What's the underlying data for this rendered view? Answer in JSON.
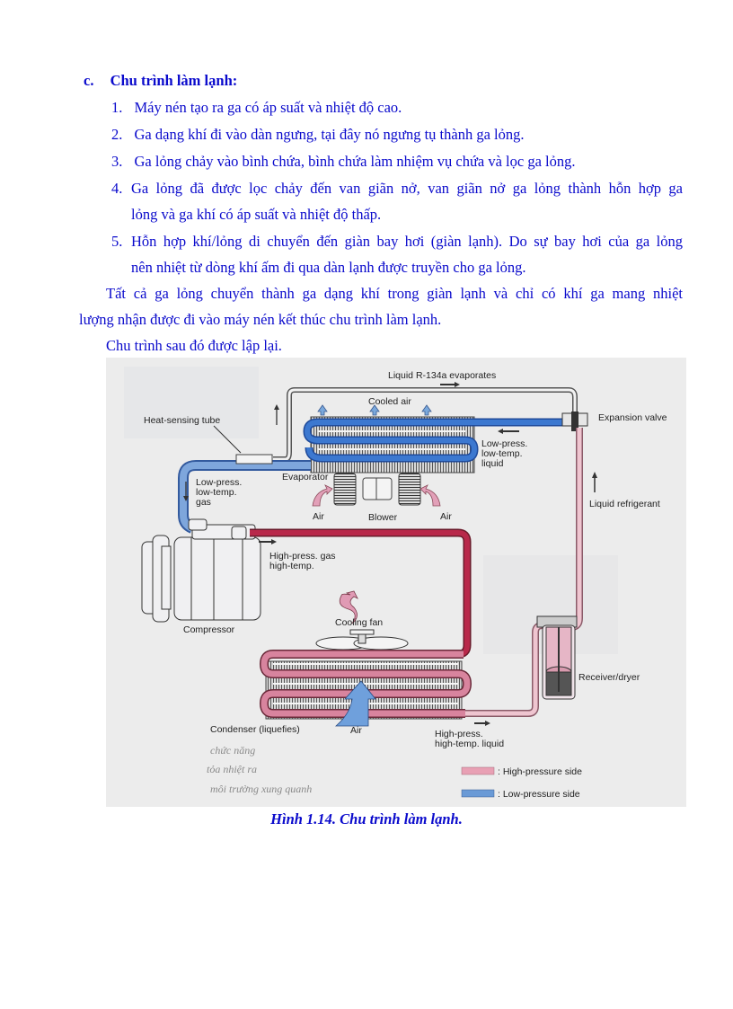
{
  "section": {
    "label": "c.",
    "title": "Chu trình làm lạnh:"
  },
  "steps": [
    {
      "num": "1.",
      "lines": [
        "Máy nén tạo ra ga có áp suất và nhiệt độ cao."
      ]
    },
    {
      "num": "2.",
      "lines": [
        "Ga dạng khí đi vào dàn ngưng, tại đây nó ngưng tụ thành ga lỏng."
      ]
    },
    {
      "num": "3.",
      "lines": [
        "Ga lỏng chảy vào bình chứa, bình chứa làm nhiệm vụ chứa và lọc ga lỏng."
      ]
    },
    {
      "num": "4.",
      "lines": [
        "Ga lỏng đã được lọc chảy đến van giãn nở, van giãn nở ga lỏng thành hỗn hợp ga",
        "lỏng và ga khí có áp suất và nhiệt độ thấp."
      ]
    },
    {
      "num": "5.",
      "lines": [
        "Hỗn hợp khí/lỏng di chuyển đến giàn bay hơi (giàn lạnh). Do sự bay hơi của ga lỏng",
        "nên nhiệt từ dòng khí ấm đi qua dàn lạnh được truyền cho ga lỏng."
      ]
    }
  ],
  "paragraphs": [
    {
      "lines": [
        "Tất cả ga lỏng chuyển thành ga dạng khí trong giàn lạnh và chỉ có khí ga mang nhiệt",
        "lượng nhận được đi vào máy nén kết thúc chu trình làm lạnh."
      ]
    },
    {
      "lines": [
        "Chu trình sau đó được lập lại."
      ]
    }
  ],
  "figure": {
    "labels": {
      "liquid_evaporates": "Liquid R-134a evaporates",
      "cooled_air": "Cooled air",
      "heat_sensing_tube": "Heat-sensing tube",
      "expansion_valve": "Expansion valve",
      "low_press_liquid": [
        "Low-press.",
        "low-temp.",
        "liquid"
      ],
      "evaporator": "Evaporator",
      "low_press_gas": [
        "Low-press.",
        "low-temp.",
        "gas"
      ],
      "air_left": "Air",
      "blower": "Blower",
      "air_right": "Air",
      "liquid_refrigerant": "Liquid refrigerant",
      "high_press_gas": [
        "High-press. gas",
        "high-temp."
      ],
      "compressor": "Compressor",
      "cooling_fan": "Cooling fan",
      "receiver_dryer": "Receiver/dryer",
      "condenser": "Condenser (liquefies)",
      "air_condenser": "Air",
      "high_press_liquid": [
        "High-press.",
        "high-temp. liquid"
      ]
    },
    "legend": [
      {
        "label": ": High-pressure side",
        "color": "#e8a0b4"
      },
      {
        "label": ": Low-pressure side",
        "color": "#6a9ad6"
      }
    ],
    "handwritten_notes": [
      "chức năng",
      "tỏa nhiệt ra",
      "môi trường xung quanh"
    ],
    "colors": {
      "high_pressure": "#b8284a",
      "high_pressure_light": "#e8a0b4",
      "low_pressure": "#2a5fbf",
      "low_pressure_light": "#6a9ad6"
    }
  },
  "caption": "Hình 1.14. Chu trình làm lạnh."
}
